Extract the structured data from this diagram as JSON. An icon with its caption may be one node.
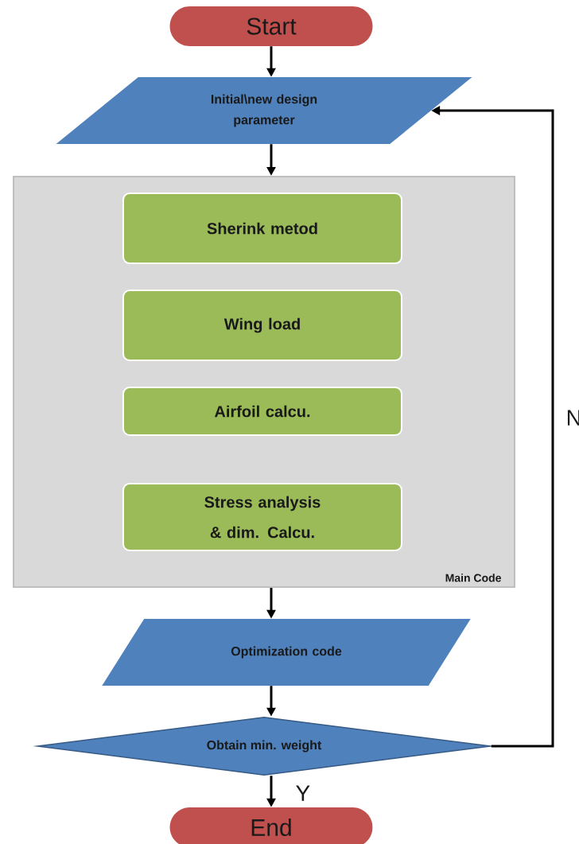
{
  "diagram": {
    "nodes": [
      {
        "text": [
          "Start"
        ]
      },
      {
        "text": [
          "Initial\\new  design parameter"
        ]
      },
      {
        "text": [
          "Main Code"
        ]
      },
      {
        "text": [
          "Sherink metod"
        ],
        "in": 2
      },
      {
        "text": [
          "Wing load"
        ],
        "in": 2
      },
      {
        "text": [
          "Airfoil calcu."
        ],
        "in": 2
      },
      {
        "text": [
          "Stress analysis & dim. Calcu."
        ],
        "in": 2
      },
      {
        "text": [
          "Optimization code"
        ]
      },
      {
        "text": [
          "Obtain min. weight"
        ]
      },
      {
        "text": [
          "End"
        ]
      }
    ],
    "edges": [
      {
        "from": 0,
        "to": 1,
        "arrow": "to"
      },
      {
        "from": 1,
        "to": 2,
        "arrow": "to"
      },
      {
        "from": 2,
        "to": 7,
        "arrow": "to"
      },
      {
        "from": 7,
        "to": 8,
        "arrow": "to"
      },
      {
        "from": 8,
        "to": 9,
        "arrow": "to",
        "label": "Y"
      },
      {
        "from": 8,
        "to": 1,
        "arrow": "to",
        "label": "N"
      }
    ]
  }
}
